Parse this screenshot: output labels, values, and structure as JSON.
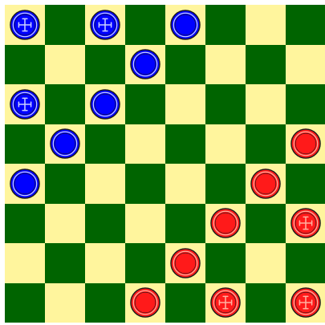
{
  "board": {
    "size": 8,
    "colors": {
      "light": "#fff59d",
      "dark": "#006400",
      "blue_piece": "#0000ff",
      "blue_ring": "#c9d0ff",
      "red_piece": "#ff1a1a",
      "red_ring": "#ffb0a0",
      "outline": "#1a1a1a",
      "king_mark": "#d8d8f0"
    },
    "first_square_dark": false,
    "pieces": [
      {
        "row": 0,
        "col": 0,
        "color": "blue",
        "king": true
      },
      {
        "row": 0,
        "col": 2,
        "color": "blue",
        "king": true
      },
      {
        "row": 0,
        "col": 4,
        "color": "blue",
        "king": false
      },
      {
        "row": 1,
        "col": 3,
        "color": "blue",
        "king": false
      },
      {
        "row": 2,
        "col": 0,
        "color": "blue",
        "king": true
      },
      {
        "row": 2,
        "col": 2,
        "color": "blue",
        "king": false
      },
      {
        "row": 3,
        "col": 1,
        "color": "blue",
        "king": false
      },
      {
        "row": 3,
        "col": 7,
        "color": "red",
        "king": false
      },
      {
        "row": 4,
        "col": 0,
        "color": "blue",
        "king": false
      },
      {
        "row": 4,
        "col": 6,
        "color": "red",
        "king": false
      },
      {
        "row": 5,
        "col": 5,
        "color": "red",
        "king": false
      },
      {
        "row": 5,
        "col": 7,
        "color": "red",
        "king": true
      },
      {
        "row": 6,
        "col": 4,
        "color": "red",
        "king": false
      },
      {
        "row": 7,
        "col": 3,
        "color": "red",
        "king": false
      },
      {
        "row": 7,
        "col": 5,
        "color": "red",
        "king": true
      },
      {
        "row": 7,
        "col": 7,
        "color": "red",
        "king": true
      }
    ]
  }
}
